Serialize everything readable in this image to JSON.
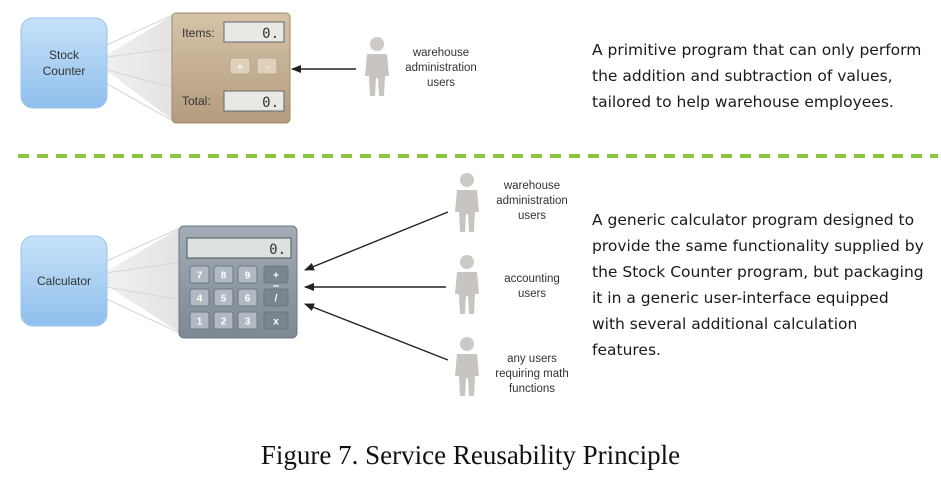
{
  "top": {
    "service_box": [
      "Stock",
      "Counter"
    ],
    "device": {
      "items_label": "Items:",
      "total_label": "Total:",
      "items_value": "0.",
      "total_value": "0.",
      "plus_key": "+",
      "minus_key": "-"
    },
    "user": [
      "warehouse",
      "administration",
      "users"
    ],
    "description": [
      "A primitive program that can only perform",
      "the addition and subtraction of values,",
      "tailored to help warehouse employees."
    ]
  },
  "bottom": {
    "service_box": "Calculator",
    "device": {
      "display_value": "0.",
      "keys": [
        [
          "7",
          "8",
          "9",
          "+"
        ],
        [
          "4",
          "5",
          "6",
          "/"
        ],
        [
          "1",
          "2",
          "3",
          "x"
        ]
      ],
      "minus_key": "–"
    },
    "users": [
      [
        "warehouse",
        "administration",
        "users"
      ],
      [
        "accounting",
        "users"
      ],
      [
        "any users",
        "requiring math",
        "functions"
      ]
    ],
    "description": [
      "A generic calculator program designed to",
      "provide the same functionality supplied by",
      "the Stock Counter program, but packaging",
      "it in a generic user-interface equipped",
      "with several additional calculation",
      "features."
    ]
  },
  "caption": "Figure 7. Service Reusability Principle",
  "colors": {
    "service_box": "#a9d1f5",
    "divider": "#8cc63f",
    "device_top": "#c9b49a",
    "device_bottom": "#8f9aa5",
    "person": "#c8c4c0"
  }
}
